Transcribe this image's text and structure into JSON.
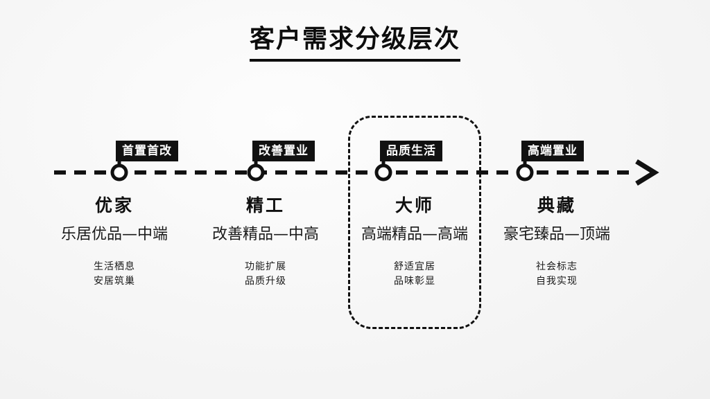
{
  "title": "客户需求分级层次",
  "timeline": {
    "arrow_icon": "arrow-right-icon",
    "node_icon": "circle-node-icon",
    "line_style": "dashed"
  },
  "highlight": {
    "focused_stage": "品质生活",
    "border_style": "dashed-rounded"
  },
  "stages": [
    {
      "badge": "首置首改",
      "name": "优家",
      "subtitle": "乐居优品—中端",
      "notes": [
        "生活栖息",
        "安居筑巢"
      ],
      "highlighted": false
    },
    {
      "badge": "改善置业",
      "name": "精工",
      "subtitle": "改善精品—中高",
      "notes": [
        "功能扩展",
        "品质升级"
      ],
      "highlighted": false
    },
    {
      "badge": "品质生活",
      "name": "大师",
      "subtitle": "高端精品—高端",
      "notes": [
        "舒适宜居",
        "品味彰显"
      ],
      "highlighted": true
    },
    {
      "badge": "高端置业",
      "name": "典藏",
      "subtitle": "豪宅臻品—顶端",
      "notes": [
        "社会标志",
        "自我实现"
      ],
      "highlighted": false
    }
  ],
  "colors": {
    "background": "#f5f5f5",
    "ink": "#111111",
    "badge_bg": "#111111",
    "badge_text": "#ffffff"
  }
}
